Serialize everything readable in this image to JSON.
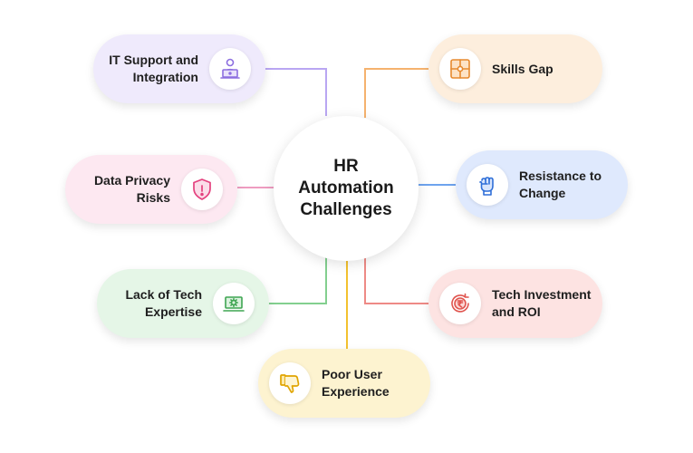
{
  "center": {
    "line1": "HR",
    "line2": "Automation",
    "line3": "Challenges"
  },
  "nodes": {
    "it_support": {
      "line1": "IT Support and",
      "line2": "Integration",
      "icon": "laptop-user-icon",
      "color": "#b9a6f2",
      "bg": "#efeafc"
    },
    "data_privacy": {
      "line1": "Data Privacy",
      "line2": "Risks",
      "icon": "shield-icon",
      "color": "#ee6fa2",
      "bg": "#fde8f1"
    },
    "lack_tech": {
      "line1": "Lack of Tech",
      "line2": "Expertise",
      "icon": "gear-laptop-icon",
      "color": "#83cf8f",
      "bg": "#e5f6e7"
    },
    "poor_ux": {
      "line1": "Poor User",
      "line2": "Experience",
      "icon": "thumbs-down-icon",
      "color": "#f3c12f",
      "bg": "#fdf3d0"
    },
    "skills_gap": {
      "line1": "Skills Gap",
      "line2": "",
      "icon": "puzzle-icon",
      "color": "#f5b26e",
      "bg": "#fdeedd"
    },
    "resistance": {
      "line1": "Resistance to",
      "line2": "Change",
      "icon": "fist-icon",
      "color": "#6ea3ee",
      "bg": "#dfe9fd"
    },
    "tech_investment": {
      "line1": "Tech Investment",
      "line2": "and ROI",
      "icon": "rupee-icon",
      "color": "#ee8a86",
      "bg": "#fde3e2"
    }
  }
}
